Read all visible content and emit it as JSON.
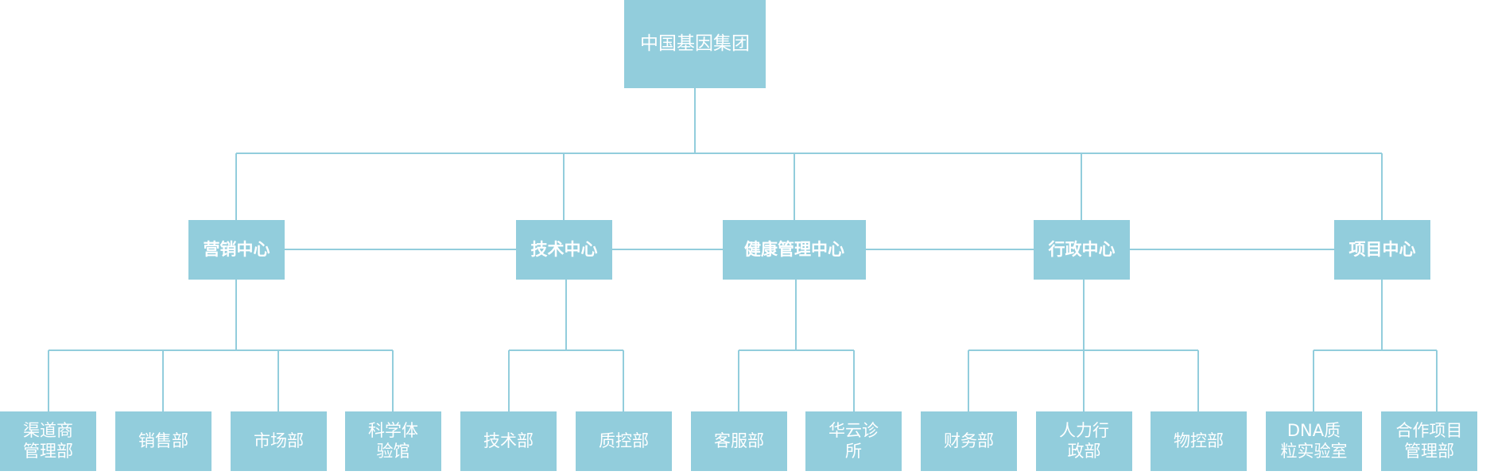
{
  "theme": {
    "box_fill": "#92cddc",
    "line_color": "#92cddc",
    "text_color": "#ffffff",
    "background": "#ffffff"
  },
  "root": {
    "label": "中国基因集团"
  },
  "centers": [
    {
      "label": "营销中心",
      "departments": [
        {
          "label": "渠道商\n管理部"
        },
        {
          "label": "销售部"
        },
        {
          "label": "市场部"
        },
        {
          "label": "科学体\n验馆"
        }
      ]
    },
    {
      "label": "技术中心",
      "departments": [
        {
          "label": "技术部"
        },
        {
          "label": "质控部"
        }
      ]
    },
    {
      "label": "健康管理中心",
      "departments": [
        {
          "label": "客服部"
        },
        {
          "label": "华云诊\n所"
        }
      ]
    },
    {
      "label": "行政中心",
      "departments": [
        {
          "label": "财务部"
        },
        {
          "label": "人力行\n政部"
        },
        {
          "label": "物控部"
        }
      ]
    },
    {
      "label": "项目中心",
      "departments": [
        {
          "label": "DNA质\n粒实验室"
        },
        {
          "label": "合作项目\n管理部"
        }
      ]
    }
  ]
}
